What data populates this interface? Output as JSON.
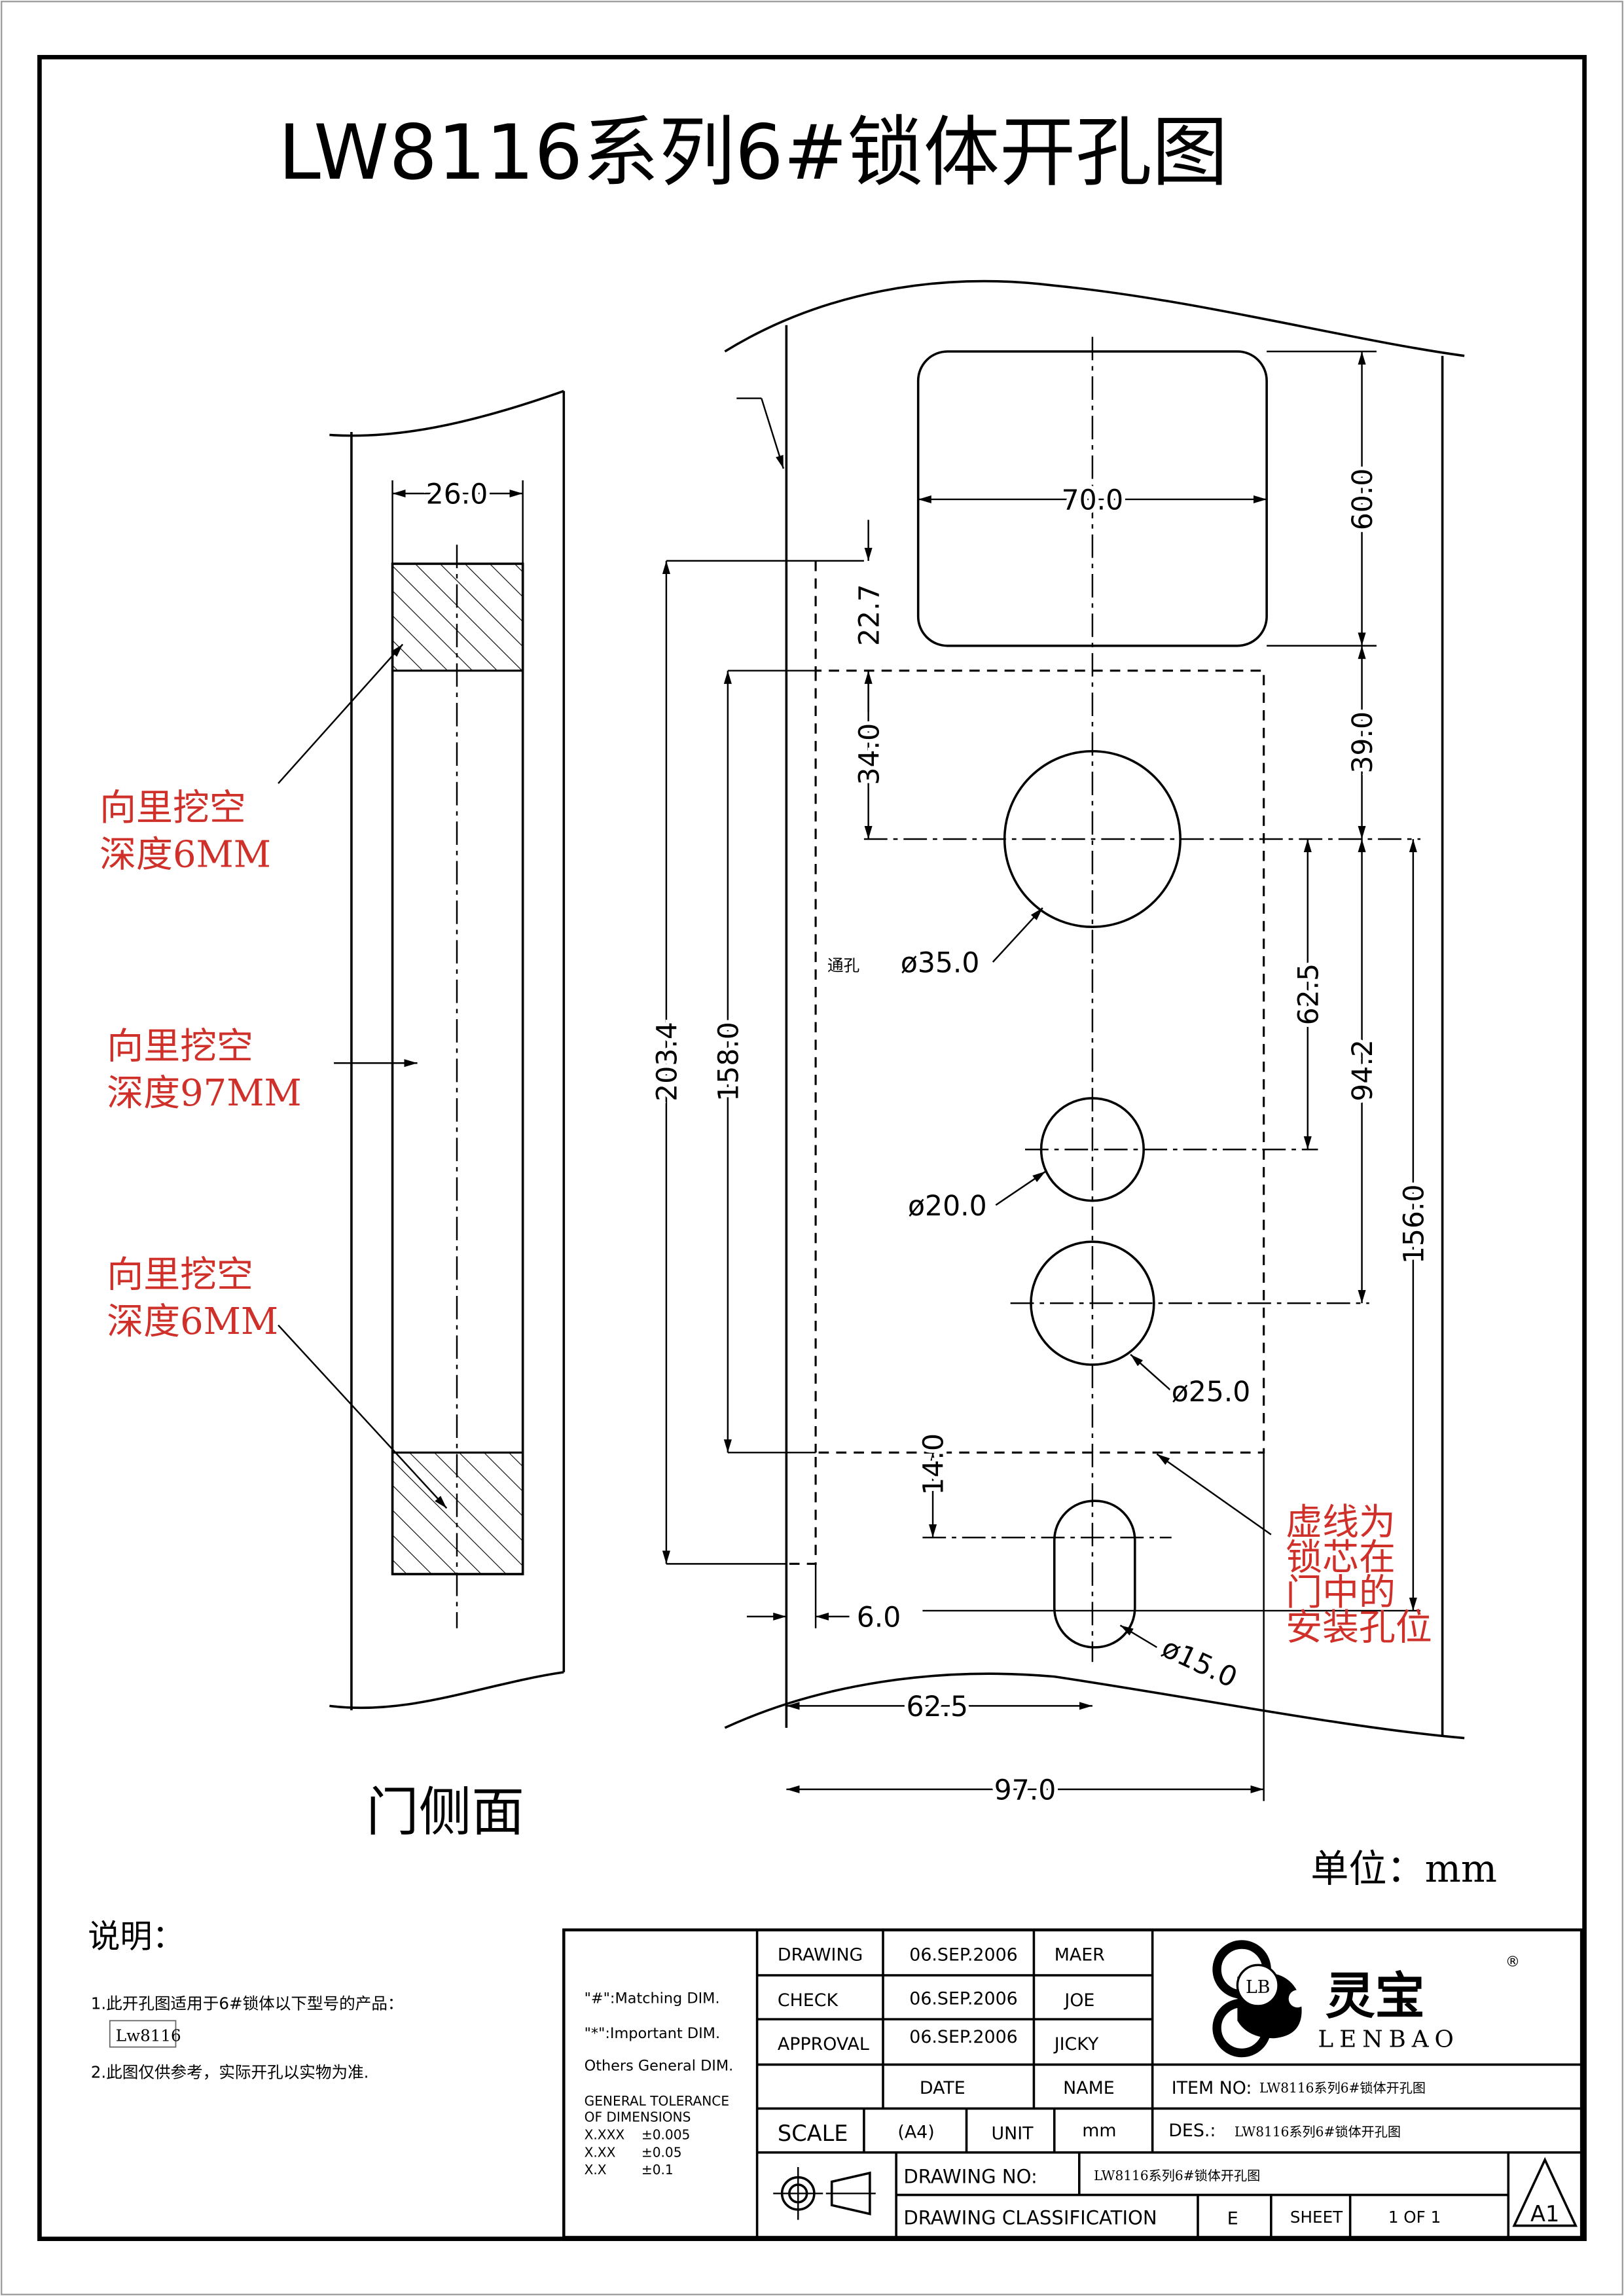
{
  "title": "LW8116系列6#锁体开孔图",
  "colors": {
    "line": "#000000",
    "note_red": "#d0302a",
    "background": "#ffffff"
  },
  "side_view": {
    "caption": "门侧面",
    "width_dim": "26.0",
    "notes": [
      {
        "line1": "向里挖空",
        "line2": "深度6MM"
      },
      {
        "line1": "向里挖空",
        "line2": "深度97MM"
      },
      {
        "line1": "向里挖空",
        "line2": "深度6MM"
      }
    ]
  },
  "front_view": {
    "through_hole_label": "通孔",
    "dims": {
      "rect_width": "70.0",
      "rect_height": "60.0",
      "rect_to_center": "39.0",
      "top_offset": "22.7",
      "dash_to_center": "34.0",
      "c1_to_c2": "62.5",
      "c1_to_c3": "94.2",
      "c1_to_slot": "156.0",
      "overall_height": "203.4",
      "dash_height": "158.0",
      "slot_offset": "14.0",
      "edge_offset": "6.0",
      "center_from_edge": "62.5",
      "overall_width": "97.0"
    },
    "holes": {
      "d35": "ø35.0",
      "d20": "ø20.0",
      "d25": "ø25.0",
      "d15": "ø15.0"
    },
    "dashed_note": [
      "虚线为",
      "锁芯在",
      "门中的",
      "安装孔位"
    ]
  },
  "unit_label": "单位：mm",
  "notes": {
    "heading": "说明：",
    "item1": "1.此开孔图适用于6#锁体以下型号的产品：",
    "model_box": "Lw8116",
    "item2": "2.此图仅供参考，实际开孔以实物为准."
  },
  "title_block": {
    "legend": [
      "\"#\":Matching  DIM.",
      "\"*\":Important  DIM.",
      "Others General  DIM."
    ],
    "tolerance_heading": [
      "GENERAL TOLERANCE",
      "OF DIMENSIONS"
    ],
    "tolerances": [
      {
        "format": "X.XXX",
        "value": "±0.005"
      },
      {
        "format": "X.XX",
        "value": "±0.05"
      },
      {
        "format": "X.X",
        "value": "±0.1"
      }
    ],
    "rows": [
      {
        "role": "DRAWING",
        "date": "06.SEP.2006",
        "name": "MAER"
      },
      {
        "role": "CHECK",
        "date": "06.SEP.2006",
        "name": "JOE"
      },
      {
        "role": "APPROVAL",
        "date": "06.SEP.2006",
        "name": "JICKY"
      }
    ],
    "date_header": "DATE",
    "name_header": "NAME",
    "brand_cn": "灵宝",
    "brand_en": "LENBAO",
    "logo_mark": "LB",
    "registered": "®",
    "item_no_label": "ITEM NO:",
    "item_no": "LW8116系列6#锁体开孔图",
    "scale_label": "SCALE",
    "scale_value": "(A4)",
    "unit_label": "UNIT",
    "unit_value": "mm",
    "des_label": "DES.:",
    "des_value": "LW8116系列6#锁体开孔图",
    "drawing_no_label": "DRAWING NO:",
    "drawing_no": "LW8116系列6#锁体开孔图",
    "classification_label": "DRAWING CLASSIFICATION",
    "classification": "E",
    "sheet_label": "SHEET",
    "sheet_value": "1 OF 1",
    "size_mark": "A1"
  }
}
